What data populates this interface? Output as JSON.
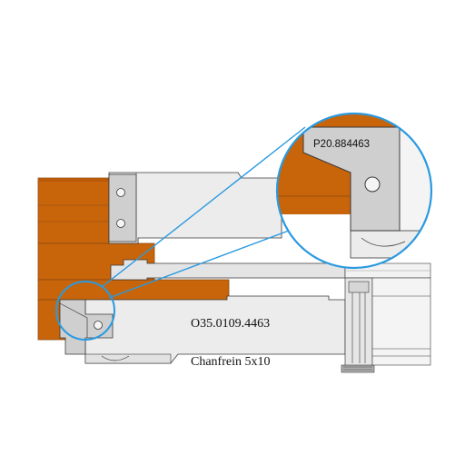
{
  "figure": {
    "main_part_label": "O35.0109.4463",
    "chamfer_label": "Chanfrein 5x10",
    "insert_label": "P20.884463"
  },
  "colors": {
    "workpiece": "#c8640a",
    "workpiece_edge": "#8a4a12",
    "tool_body": "#ececec",
    "tool_body_dark": "#d9d9d9",
    "insert": "#cfcfcf",
    "outline": "#3a3a3a",
    "callout": "#2a9ae0",
    "background": "#ffffff"
  }
}
